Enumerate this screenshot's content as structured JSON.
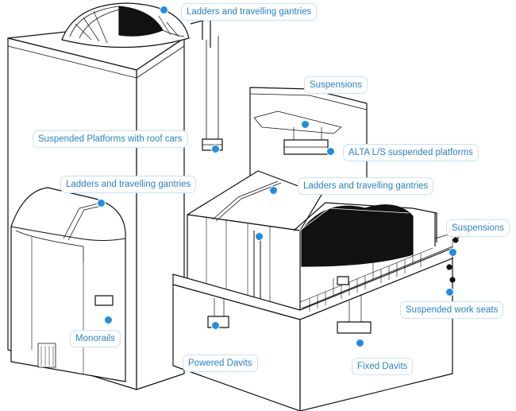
{
  "diagram": {
    "accent_color": "#1f8fe0",
    "label_text_color": "#2a82c6",
    "line_color": "#111111",
    "labels": {
      "ladders_gantries_top": "Ladders and travelling gantries",
      "suspensions_top": "Suspensions",
      "suspended_platforms_roof_cars": "Suspended Platforms with roof cars",
      "alta_platforms": "ALTA L/S suspended platforms",
      "ladders_gantries_left": "Ladders and travelling gantries",
      "ladders_gantries_center": "Ladders and travelling gantries",
      "suspensions_right": "Suspensions",
      "suspended_work_seats": "Suspended work seats",
      "monorails": "Monorails",
      "powered_davits": "Powered Davits",
      "fixed_davits": "Fixed Davits"
    }
  }
}
